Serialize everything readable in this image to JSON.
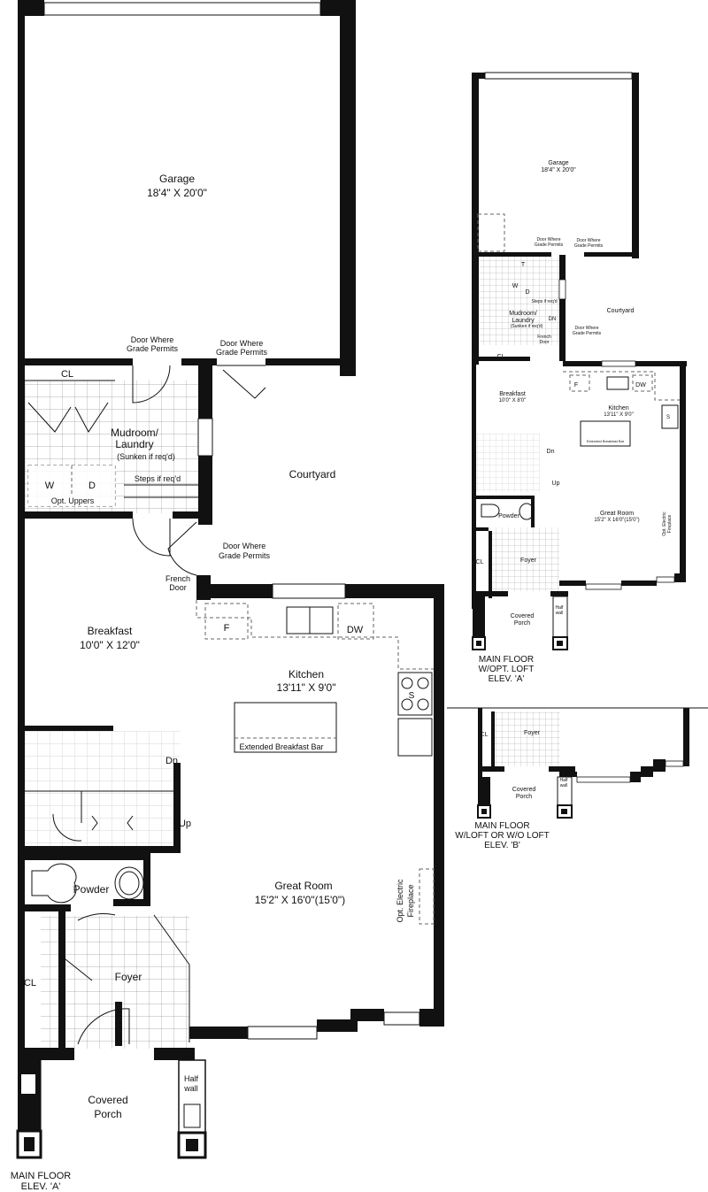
{
  "main_plan": {
    "garage": {
      "name": "Garage",
      "dims": "18'4\" X 20'0\""
    },
    "door_grade_1": [
      "Door Where",
      "Grade Permits"
    ],
    "door_grade_2": [
      "Door Where",
      "Grade Permits"
    ],
    "door_grade_3": [
      "Door Where",
      "Grade Permits"
    ],
    "closet_top": "CL",
    "mudroom": [
      "Mudroom/",
      "Laundry"
    ],
    "mudroom_note": "(Sunken if req'd)",
    "steps": "Steps if req'd",
    "washer": "W",
    "dryer": "D",
    "opt_uppers": "Opt. Uppers",
    "courtyard": "Courtyard",
    "french_door": [
      "French",
      "Door"
    ],
    "breakfast": {
      "name": "Breakfast",
      "dims": "10'0\" X 12'0\""
    },
    "fridge": "F",
    "dishwasher": "DW",
    "kitchen": {
      "name": "Kitchen",
      "dims": "13'11\" X 9'0\""
    },
    "sink": "S",
    "breakfast_bar": "Extended Breakfast Bar",
    "stair_dn": "Dn",
    "stair_up": "Up",
    "powder": "Powder",
    "great_room": {
      "name": "Great Room",
      "dims": "15'2\" X 16'0\"(15'0\")"
    },
    "fireplace": [
      "Opt. Electric",
      "Fireplace"
    ],
    "closet_foyer": "CL",
    "foyer": "Foyer",
    "half_wall": [
      "Half",
      "wall"
    ],
    "porch": [
      "Covered",
      "Porch"
    ],
    "caption": "MAIN FLOOR\nELEV. 'A'"
  },
  "loft_plan": {
    "garage": {
      "name": "Garage",
      "dims": "18'4\" X 20'0\""
    },
    "door_grade_1": "Door Where\nGrade Permits",
    "door_grade_2": "Door Where\nGrade Permits",
    "door_grade_3": "Door Where\nGrade Permits",
    "closet": "CL",
    "washer": "W",
    "dryer": "D",
    "tub": "T",
    "dn": "DN",
    "steps": "Steps if req'd",
    "mudroom": "Mudroom/\nLaundry",
    "mudroom_note": "(Sunken if req'd)",
    "french_door": "French\nDoor",
    "courtyard": "Courtyard",
    "breakfast": {
      "name": "Breakfast",
      "dims": "10'0\" X 8'0\""
    },
    "fridge": "F",
    "dishwasher": "DW",
    "kitchen": {
      "name": "Kitchen",
      "dims": "13'11\" X 9'0\""
    },
    "sink": "S",
    "breakfast_bar": "Extended Breakfast Bar",
    "stair_dn": "Dn",
    "stair_up": "Up",
    "powder": "Powder",
    "great_room": {
      "name": "Great Room",
      "dims": "15'2\" X 16'0\"(15'0\")"
    },
    "fireplace": "Opt. Electric\nFireplace",
    "closet_foyer": "CL",
    "foyer": "Foyer",
    "half_wall": "Half\nwall",
    "porch": "Covered\nPorch",
    "caption": "MAIN FLOOR\nW/OPT. LOFT\nELEV. 'A'"
  },
  "elev_b_plan": {
    "closet": "CL",
    "foyer": "Foyer",
    "porch": "Covered\nPorch",
    "half_wall": "Half\nwall",
    "caption": "MAIN FLOOR\nW/LOFT OR W/O LOFT\nELEV. 'B'"
  }
}
